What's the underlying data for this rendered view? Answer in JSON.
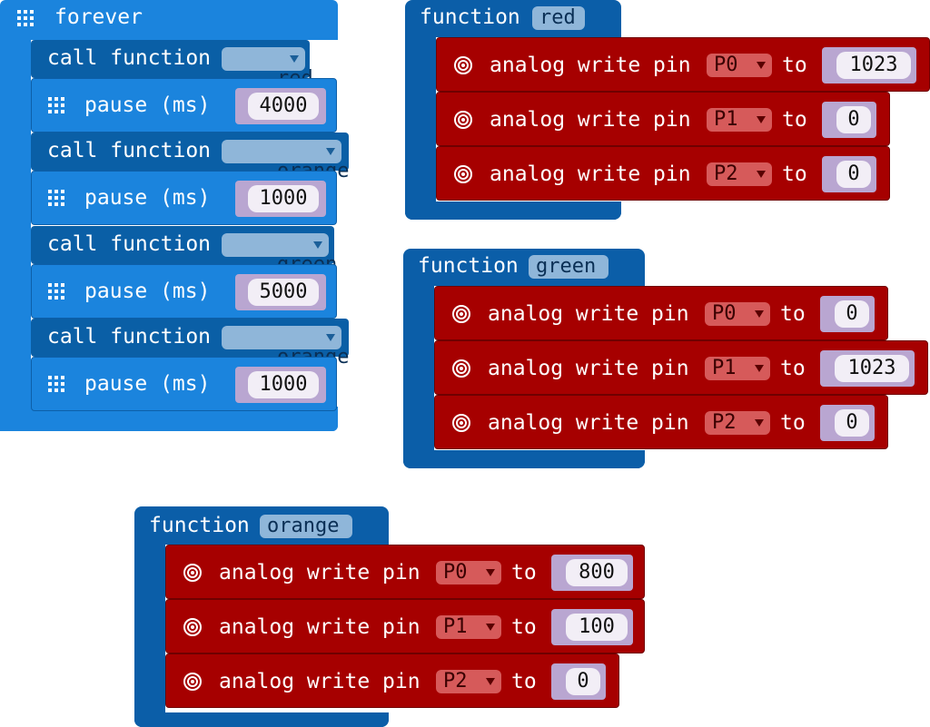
{
  "forever": {
    "label": "forever",
    "steps": [
      {
        "type": "call",
        "label": "call function",
        "fn": "red"
      },
      {
        "type": "pause",
        "label": "pause (ms)",
        "value": "4000"
      },
      {
        "type": "call",
        "label": "call function",
        "fn": "orange"
      },
      {
        "type": "pause",
        "label": "pause (ms)",
        "value": "1000"
      },
      {
        "type": "call",
        "label": "call function",
        "fn": "green"
      },
      {
        "type": "pause",
        "label": "pause (ms)",
        "value": "5000"
      },
      {
        "type": "call",
        "label": "call function",
        "fn": "orange"
      },
      {
        "type": "pause",
        "label": "pause (ms)",
        "value": "1000"
      }
    ]
  },
  "functions": {
    "red": {
      "label": "function",
      "name": "red",
      "writes": [
        {
          "label": "analog write pin",
          "pin": "P0",
          "to": "to",
          "value": "1023"
        },
        {
          "label": "analog write pin",
          "pin": "P1",
          "to": "to",
          "value": "0"
        },
        {
          "label": "analog write pin",
          "pin": "P2",
          "to": "to",
          "value": "0"
        }
      ]
    },
    "green": {
      "label": "function",
      "name": "green",
      "writes": [
        {
          "label": "analog write pin",
          "pin": "P0",
          "to": "to",
          "value": "0"
        },
        {
          "label": "analog write pin",
          "pin": "P1",
          "to": "to",
          "value": "1023"
        },
        {
          "label": "analog write pin",
          "pin": "P2",
          "to": "to",
          "value": "0"
        }
      ]
    },
    "orange": {
      "label": "function",
      "name": "orange",
      "writes": [
        {
          "label": "analog write pin",
          "pin": "P0",
          "to": "to",
          "value": "800"
        },
        {
          "label": "analog write pin",
          "pin": "P1",
          "to": "to",
          "value": "100"
        },
        {
          "label": "analog write pin",
          "pin": "P2",
          "to": "to",
          "value": "0"
        }
      ]
    }
  },
  "colors": {
    "basic_blue": "#1b84dd",
    "function_blue": "#0b5ea8",
    "pins_red": "#a60000"
  },
  "icons": {
    "basic": "grid-icon",
    "pins": "target-icon",
    "dropdown": "caret-down-icon"
  }
}
